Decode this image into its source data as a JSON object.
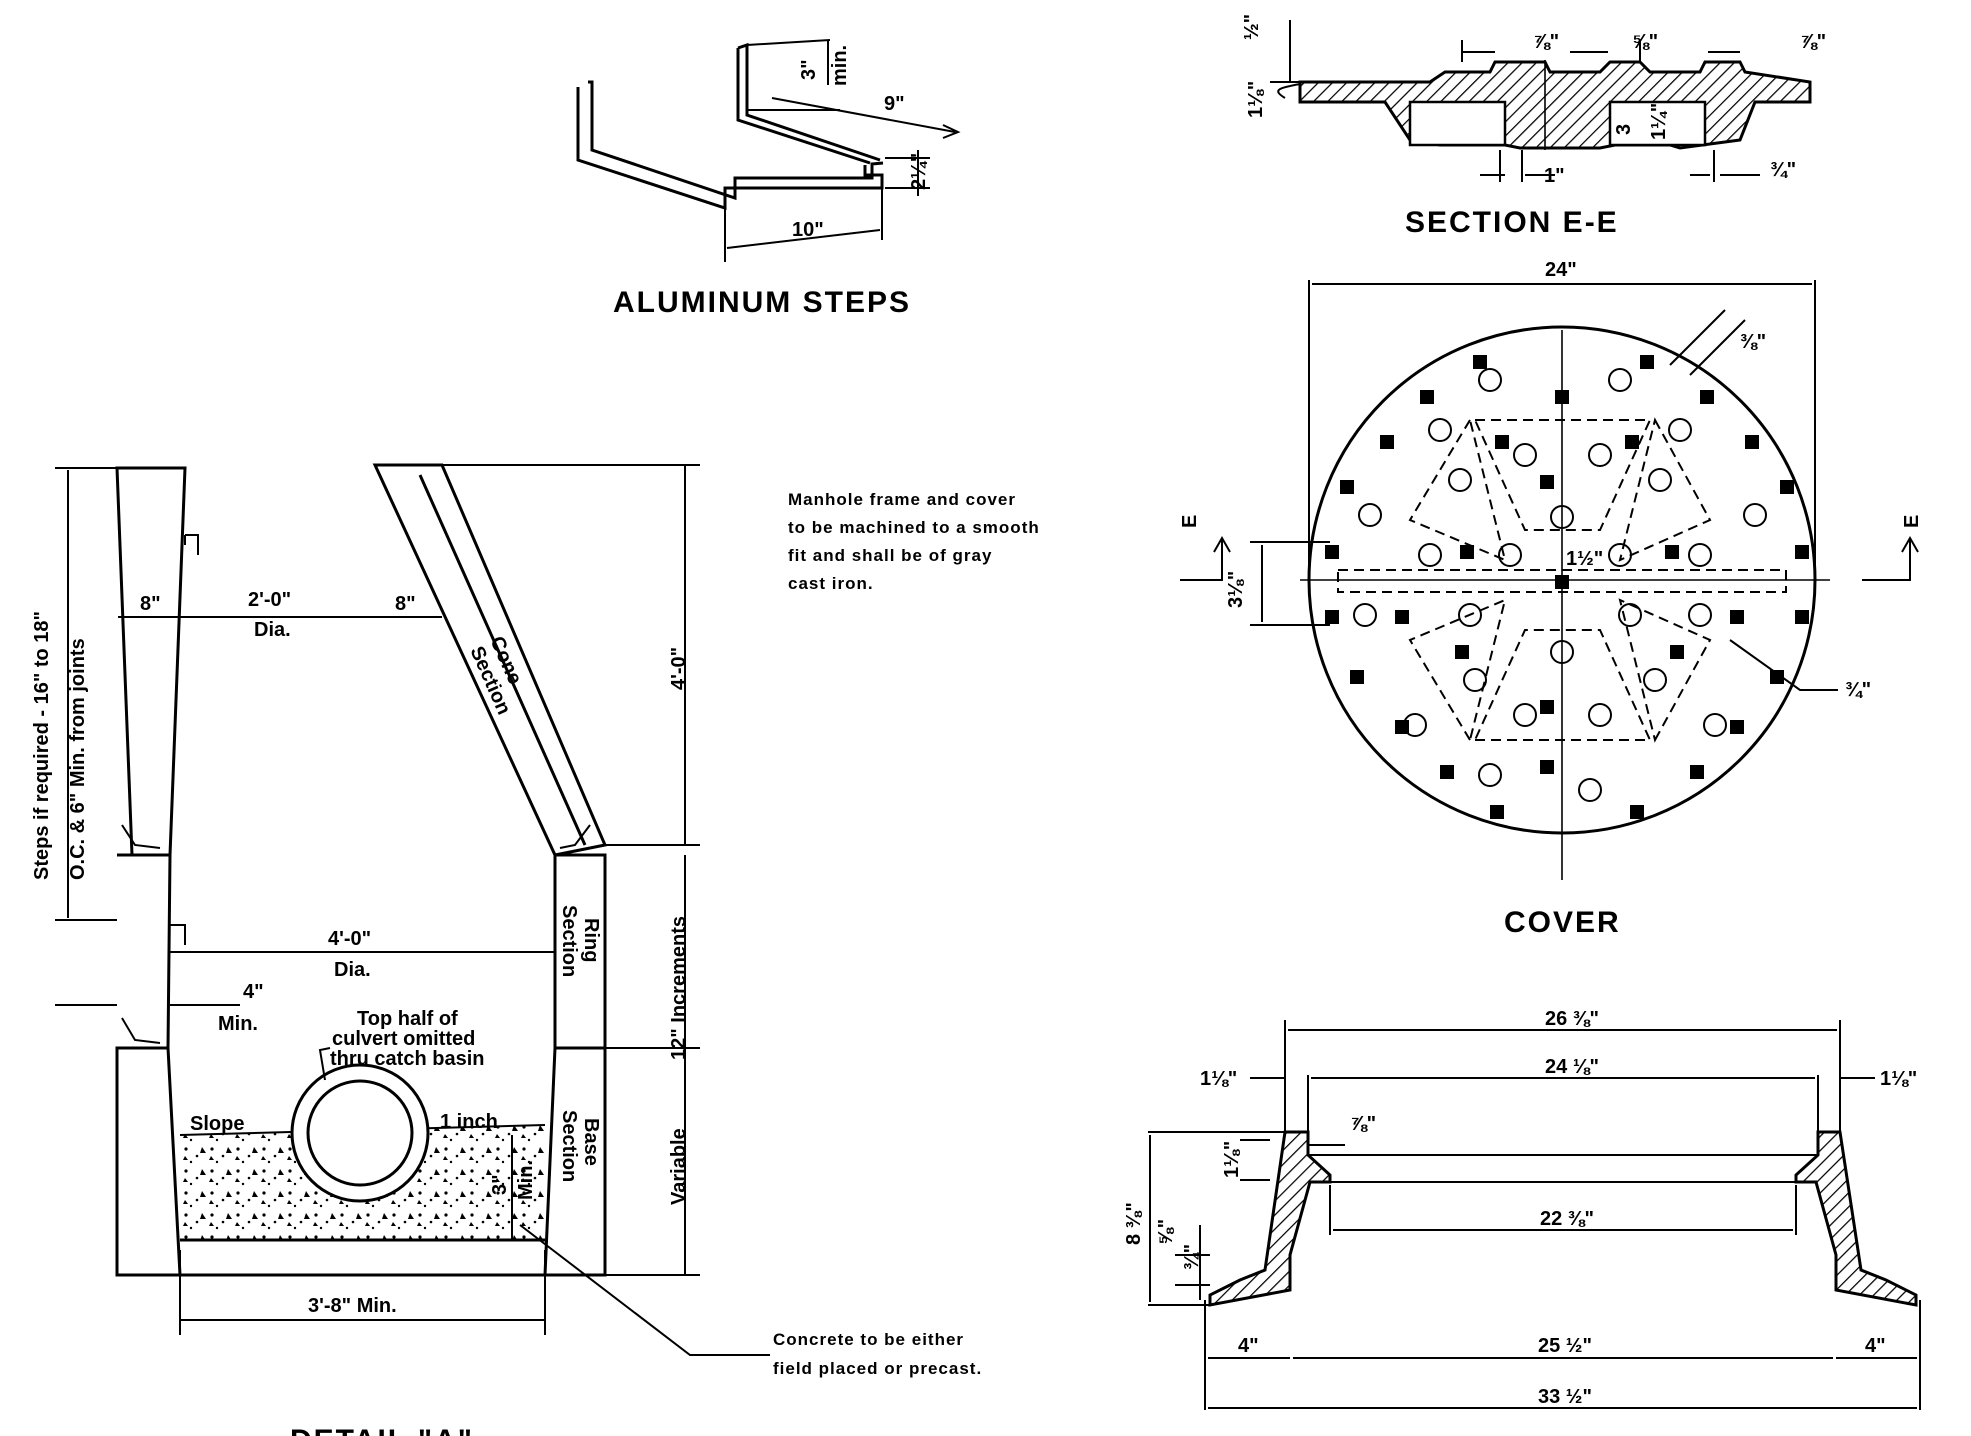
{
  "titles": {
    "steps": "ALUMINUM STEPS",
    "section": "SECTION    E-E",
    "cover": "COVER",
    "bottom_partial": "DETAIL \"A\""
  },
  "notes": {
    "frame_line1": "Manhole frame and cover",
    "frame_line2": "to be machined to a smooth",
    "frame_line3": "fit and shall be of gray",
    "frame_line4": "cast iron.",
    "concrete_line1": "Concrete to be either",
    "concrete_line2": "field placed or precast.",
    "culvert_line1": "Top half of",
    "culvert_line2": "culvert omitted",
    "culvert_line3": "thru catch basin"
  },
  "steps_dims": {
    "min3": "3\"",
    "min_label": "min.",
    "d9": "9\"",
    "d10": "10\"",
    "d2_1_4": "2¼\""
  },
  "manhole_labels": {
    "steps_note1": "Steps if required - 16\" to 18\"",
    "steps_note2": "O.C. & 6\" Min. from joints",
    "wall8_left": "8\"",
    "wall8_right": "8\"",
    "dia2": "2'-0\"",
    "dia2_sub": "Dia.",
    "cone": "Cone",
    "section_word": "Section",
    "h4ft": "4'-0\"",
    "increments": "12\" Increments",
    "ring": "Ring",
    "ring_section": "Section",
    "dia4": "4'-0\"",
    "dia4_sub": "Dia.",
    "min4": "4\"",
    "min4_sub": "Min.",
    "slope": "Slope",
    "inch": "1 inch",
    "base": "Base",
    "base_section": "Section",
    "variable": "Variable",
    "min3_base": "3\"",
    "min3_base_sub": "Min.",
    "base_width": "3'-8\" Min."
  },
  "section_dims": {
    "half": "½\"",
    "d1_1_8": "1⅛\"",
    "s7_8": "⅞\"",
    "s5_8": "⅝\"",
    "s7_8b": "⅞\"",
    "d1": "1\"",
    "d3_4": "¾\"",
    "d3": "3",
    "d1_1_4": "1¼\""
  },
  "cover_dims": {
    "d24": "24\"",
    "d3_8": "⅜\"",
    "d3_4": "¾\"",
    "d1_1_2": "1½\"",
    "d3_1_8": "3⅛\"",
    "e_left": "E",
    "e_right": "E"
  },
  "frame_dims": {
    "d26_3_8": "26 ⅜\"",
    "d24_1_8": "24 ⅛\"",
    "d1_1_8_left": "1⅛\"",
    "d1_1_8_right": "1⅛\"",
    "d7_8": "⅞\"",
    "d1_1_8_v": "1⅛\"",
    "d8_3_8": "8 ⅜\"",
    "d5_8": "⅝\"",
    "d3_4": "¾\"",
    "d22_3_8": "22 ⅜\"",
    "d4_left": "4\"",
    "d25_1_2": "25 ½\"",
    "d4_right": "4\"",
    "d33_1_2": "33 ½\""
  }
}
